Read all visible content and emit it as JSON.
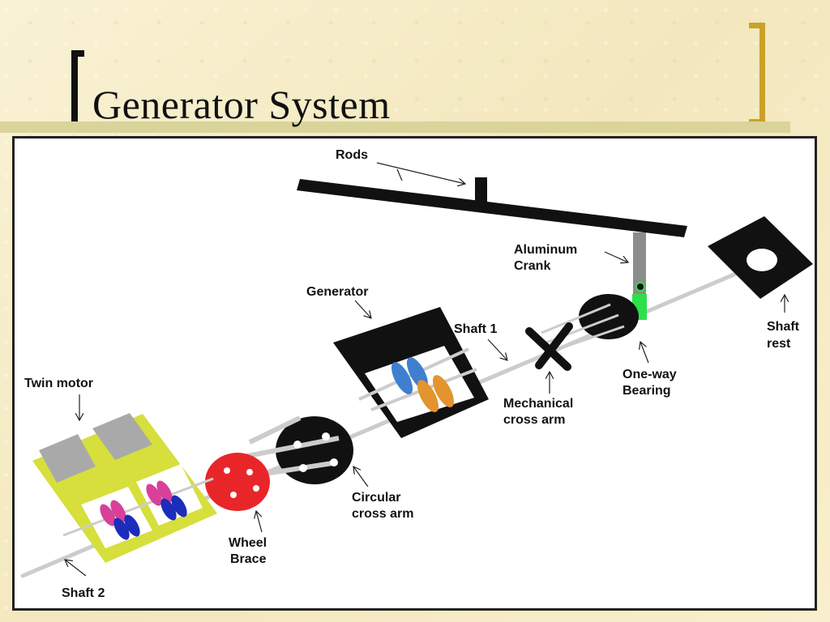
{
  "slide": {
    "title": "Generator System"
  },
  "labels": {
    "rods": "Rods",
    "aluminum_crank": [
      "Aluminum",
      "Crank"
    ],
    "generator": "Generator",
    "shaft1": "Shaft 1",
    "shaft_rest": [
      "Shaft",
      "rest"
    ],
    "twin_motor": "Twin motor",
    "mechanical_cross_arm": [
      "Mechanical",
      "cross arm"
    ],
    "one_way_bearing": [
      "One-way",
      "Bearing"
    ],
    "circular_cross_arm": [
      "Circular",
      "cross arm"
    ],
    "wheel_brace": [
      "Wheel",
      "Brace"
    ],
    "shaft2": "Shaft 2"
  },
  "colors": {
    "title_bracket_left": "#111111",
    "title_bracket_right": "#c9a227",
    "title_bar": "#d9d49a",
    "motor_housing": "#d6df3c",
    "motor_caps": "#a9a9a9",
    "wheel_brace": "#e8262a",
    "bearing": "#2ee04a",
    "crank": "#8c8c8c",
    "shaft": "#cccccc",
    "coil_blue": "#3f7fd0",
    "coil_orange": "#e3942e",
    "coil_pink": "#d8409a",
    "coil_navy": "#1c2cbb"
  }
}
